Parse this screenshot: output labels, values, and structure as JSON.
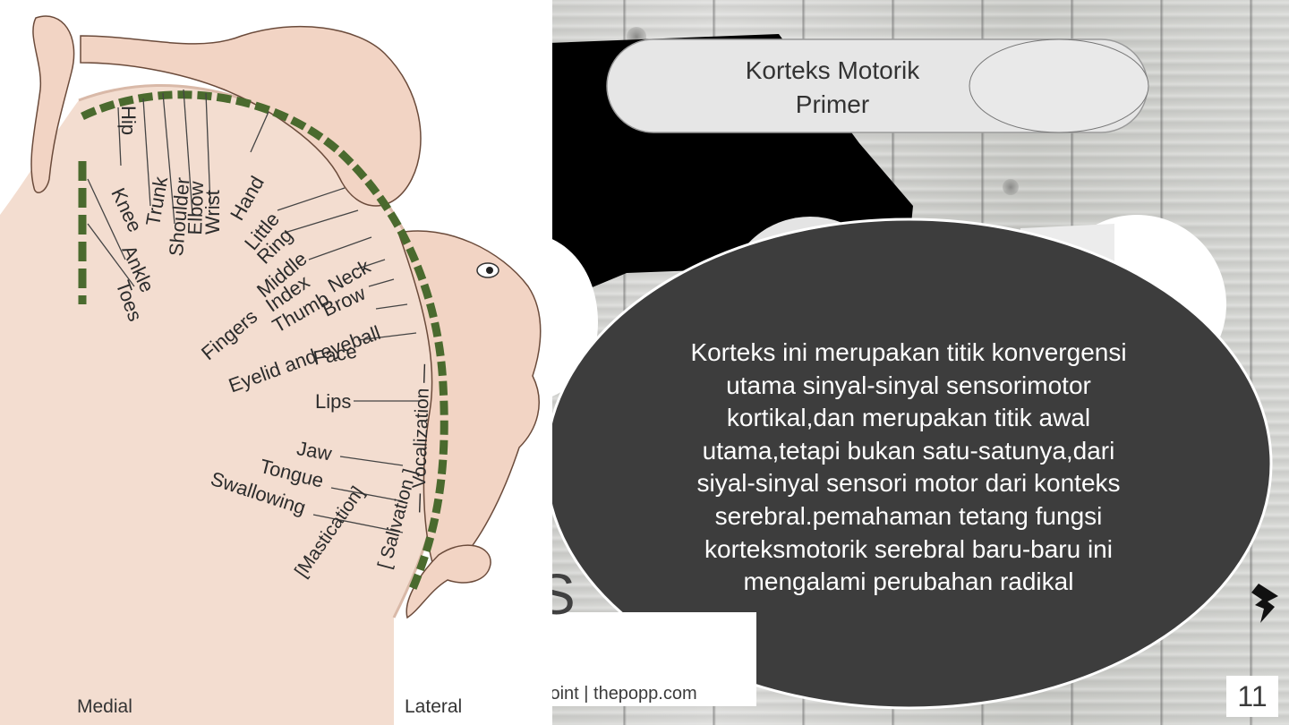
{
  "slide": {
    "title_lines": [
      "Korteks Motorik",
      "Primer"
    ],
    "body_lines": [
      "Korteks ini merupakan titik konvergensi",
      "utama sinyal-sinyal sensorimotor",
      "kortikal,dan merupakan titik awal",
      "utama,tetapi bukan satu-satunya,dari",
      "siyal-sinyal sensori motor dari konteks",
      "serebral.pemahaman tetang fungsi",
      "korteksmotorik serebral baru-baru ini",
      "mengalami perubahan radikal"
    ],
    "footer_text": "r.Point | thepopp.com",
    "big_letter": "S",
    "page_number": "11"
  },
  "diagram": {
    "labels": {
      "hip": "Hip",
      "trunk": "Trunk",
      "shoulder": "Shoulder",
      "elbow": "Elbow",
      "wrist": "Wrist",
      "hand": "Hand",
      "knee": "Knee",
      "ankle": "Ankle",
      "toes": "Toes",
      "little": "Little",
      "ring": "Ring",
      "middle": "Middle",
      "index": "Index",
      "thumb": "Thumb",
      "neck": "Neck",
      "brow": "Brow",
      "fingers": "Fingers",
      "eyelid": "Eyelid and eyeball",
      "face": "Face",
      "lips": "Lips",
      "jaw": "Jaw",
      "tongue": "Tongue",
      "swallowing": "Swallowing",
      "mastication": "[Mastication]",
      "salivation": "[ Salivation ]",
      "vocalization": "— Vocalization —"
    },
    "medial": "Medial",
    "lateral": "Lateral"
  },
  "colors": {
    "bubble": "#3d3d3d",
    "pill": "#e6e6e6",
    "cortex_dash": "#4a6a2e",
    "skin": "#f2d4c4"
  }
}
